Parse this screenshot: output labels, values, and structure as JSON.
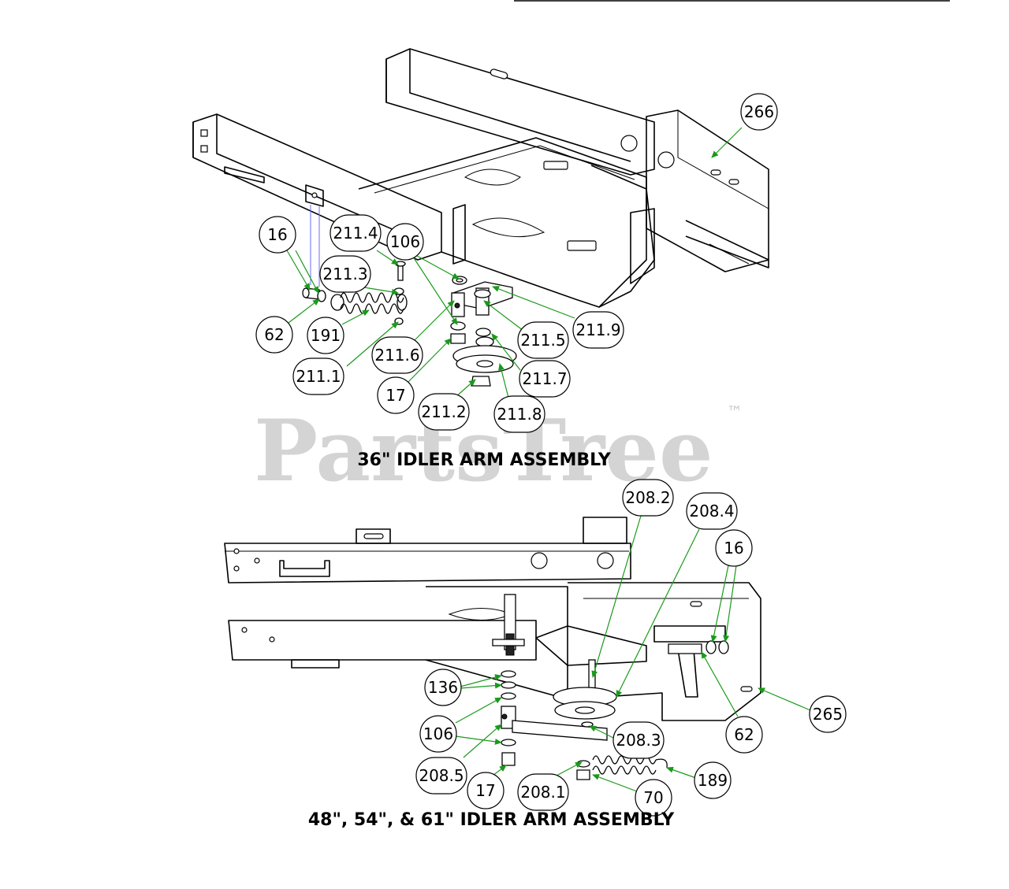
{
  "watermark": {
    "text": "PartsTree",
    "trademark": "™"
  },
  "captions": {
    "top": "36\" IDLER ARM ASSEMBLY",
    "bottom": "48\", 54\", & 61\" IDLER ARM ASSEMBLY"
  },
  "callouts_top": [
    "266",
    "16",
    "211.4",
    "106",
    "211.3",
    "62",
    "191",
    "211.1",
    "211.6",
    "211.5",
    "211.9",
    "211.7",
    "17",
    "211.2",
    "211.8"
  ],
  "callouts_bottom": [
    "208.2",
    "208.4",
    "16",
    "136",
    "106",
    "208.5",
    "17",
    "208.1",
    "208.3",
    "62",
    "265",
    "189",
    "70"
  ],
  "colors": {
    "leader": "#1a9a1a",
    "watermark": "#d4d4d4",
    "hanger_line": "#6a6aff"
  }
}
